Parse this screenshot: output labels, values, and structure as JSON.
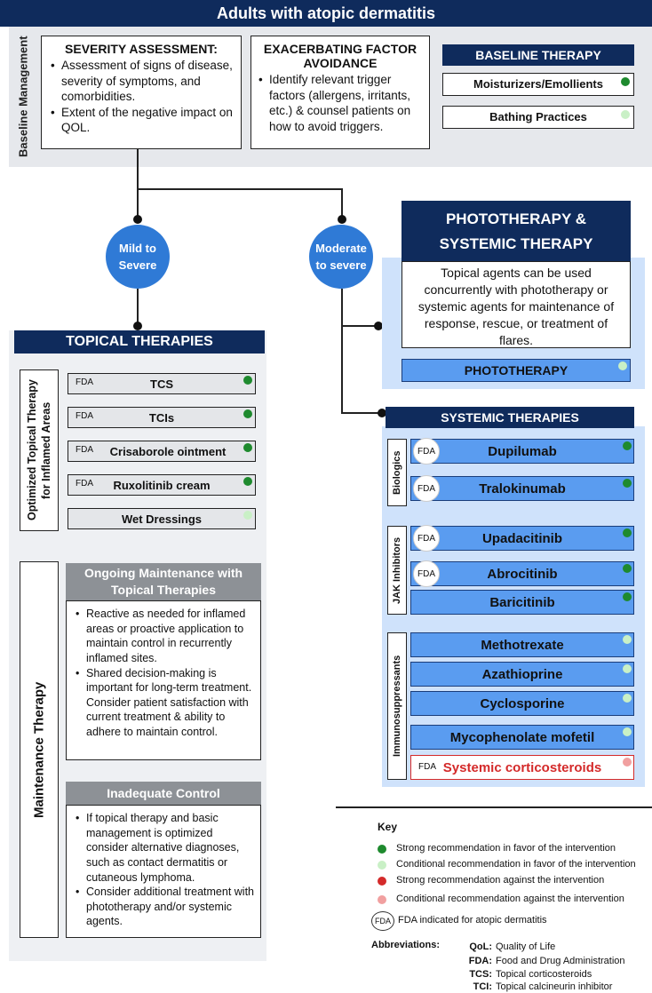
{
  "title": "Adults with atopic dermatitis",
  "baseline": {
    "side_label": "Baseline Management",
    "severity": {
      "heading": "SEVERITY ASSESSMENT:",
      "bullets": [
        "Assessment of signs of disease, severity of symptoms, and comorbidities.",
        "Extent of the negative impact on QOL."
      ]
    },
    "exacerbating": {
      "heading_line1": "EXACERBATING FACTOR",
      "heading_line2": "AVOIDANCE",
      "bullets": [
        "Identify relevant trigger factors (allergens, irritants, etc.) & counsel patients on how to avoid triggers."
      ]
    },
    "therapy": {
      "heading": "BASELINE THERAPY",
      "items": [
        "Moisturizers/Emollients",
        "Bathing Practices"
      ]
    }
  },
  "branches": {
    "mild": "Mild to Severe",
    "moderate": "Moderate to severe"
  },
  "topical": {
    "heading": "TOPICAL THERAPIES",
    "side_label": "Optimized Topical Therapy for Inflamed Areas",
    "items": [
      "TCS",
      "TCIs",
      "Crisaborole ointment",
      "Ruxolitinib cream",
      "Wet Dressings"
    ],
    "fda_label": "FDA"
  },
  "maintenance": {
    "side_label": "Maintenance Therapy",
    "ongoing_heading": "Ongoing Maintenance with Topical Therapies",
    "ongoing_bullets": [
      "Reactive as needed for inflamed areas or proactive application to maintain control in recurrently inflamed sites.",
      "Shared decision-making is important for long-term treatment. Consider patient satisfaction with current treatment & ability to adhere to maintain control."
    ],
    "inadequate_heading": "Inadequate Control",
    "inadequate_bullets": [
      "If topical therapy and basic management is optimized consider alternative diagnoses, such as contact dermatitis or cutaneous lymphoma.",
      "Consider additional treatment with phototherapy and/or systemic agents."
    ]
  },
  "photo": {
    "heading": "PHOTOTHERAPY & SYSTEMIC THERAPY",
    "note": "Topical agents can be used concurrently with phototherapy or systemic agents for maintenance of response, rescue, or treatment of flares.",
    "phototherapy": "PHOTOTHERAPY"
  },
  "systemic": {
    "heading": "SYSTEMIC THERAPIES",
    "groups": {
      "biologics": "Biologics",
      "jak": "JAK Inhibitors",
      "immuno": "Immunosuppressants"
    },
    "items": [
      "Dupilumab",
      "Tralokinumab",
      "Upadacitinib",
      "Abrocitinib",
      "Baricitinib",
      "Methotrexate",
      "Azathioprine",
      "Cyclosporine",
      "Mycophenolate mofetil",
      "Systemic corticosteroids"
    ]
  },
  "key": {
    "heading": "Key",
    "items": [
      "Strong recommendation in favor of the intervention",
      "Conditional recommendation in favor of the intervention",
      "Strong recommendation against the intervention",
      "Conditional recommendation against the intervention"
    ],
    "fda_symbol": "FDA",
    "fda_text": "FDA  indicated for atopic dermatitis"
  },
  "abbreviations": {
    "label": "Abbreviations:",
    "items": [
      {
        "abbr": "QoL:",
        "text": "Quality of Life"
      },
      {
        "abbr": "FDA:",
        "text": "Food and Drug Administration"
      },
      {
        "abbr": "TCS:",
        "text": "Topical corticosteroids"
      },
      {
        "abbr": "TCI:",
        "text": "Topical calcineurin inhibitor"
      }
    ]
  },
  "colors": {
    "navy": "#0f2b5c",
    "strong_for": "#1e8a2e",
    "conditional_for": "#c9f0c6",
    "strong_against": "#d42a2a",
    "conditional_against": "#f1a0a0",
    "systemic_blue": "#5a9cf0"
  }
}
